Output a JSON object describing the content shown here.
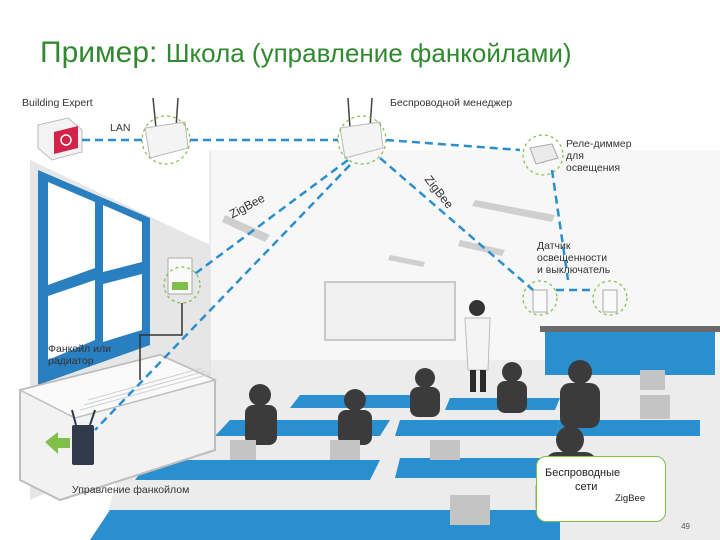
{
  "title": {
    "main": "Пример:",
    "sub": "Школа (управление фанкойлами)"
  },
  "labels": {
    "building_expert": "Building Expert",
    "wireless_manager": "Беспроводной менеджер",
    "lan": "LAN",
    "relay": [
      "Реле-диммер",
      "для",
      "освещения"
    ],
    "sensor": [
      "Датчик",
      "освещенности",
      "и выключатель"
    ],
    "fancoil": [
      "Фанкойл или",
      "радиатор"
    ],
    "fancoil_control": "Управление фанкойлом",
    "zigbee_left": "ZigBee",
    "zigbee_right": "ZigBee"
  },
  "legend": {
    "title": "Беспроводные",
    "sub": "сети",
    "zigbee": "ZigBee"
  },
  "page_number": "49",
  "colors": {
    "title": "#2f8a2f",
    "link": "#2a8fcf",
    "accent_green": "#7fbf4a",
    "floor": "#e9e9e9",
    "desk": "#2a8fcf",
    "chair": "#bfbfbf"
  }
}
